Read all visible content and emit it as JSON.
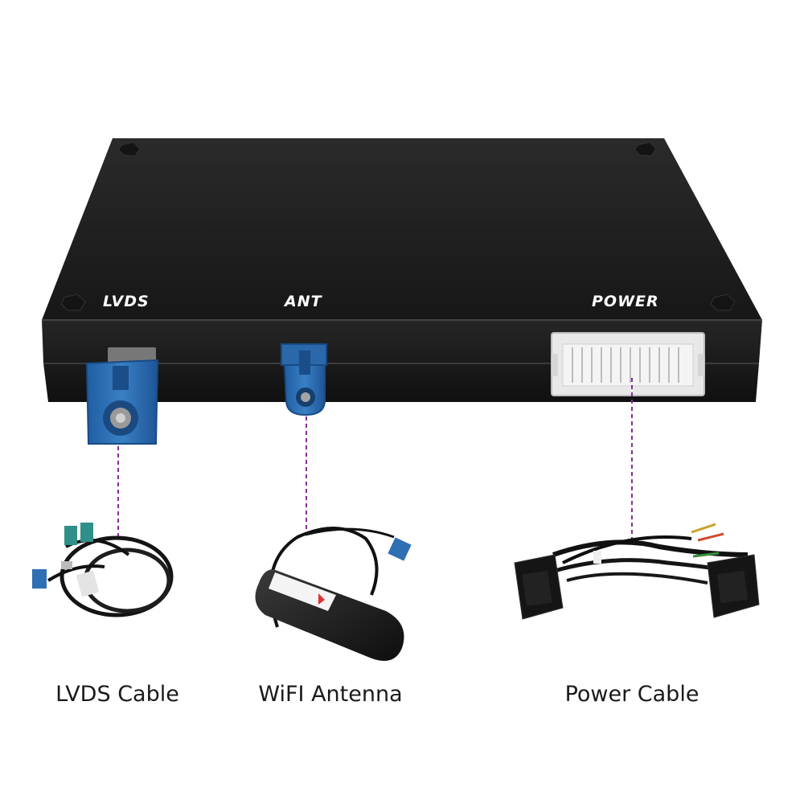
{
  "ports": {
    "lvds": "LVDS",
    "ant": "ANT",
    "power": "POWER"
  },
  "captions": {
    "lvds_cable": "LVDS Cable",
    "wifi_antenna": "WiFI Antenna",
    "power_cable": "Power Cable"
  },
  "colors": {
    "box": "#1c1c1c",
    "connector_blue": "#2f6fb3",
    "leader_line": "#8a2c9c",
    "power_connector": "#e6e6e6"
  }
}
